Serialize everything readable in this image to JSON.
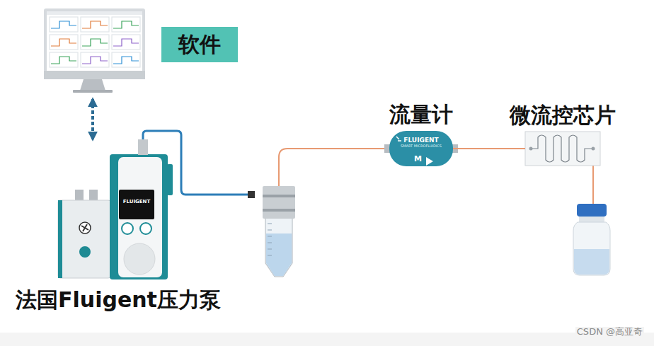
{
  "diagram": {
    "nodes": [
      {
        "text": [
          "软件"
        ]
      },
      {
        "text": [
          "FLUIGENT",
          "法国Fluigent压力泵"
        ]
      },
      {
        "text": [
          "流量计",
          "FLUIGENT",
          "SMART MICROFLUIDICS",
          "M"
        ]
      },
      {
        "text": [
          "微流控芯片"
        ]
      }
    ],
    "edges": [
      {
        "from": 0,
        "to": 1,
        "arrow": "both"
      },
      {
        "from": 2,
        "to": 3,
        "arrow": "none"
      }
    ],
    "labels": [
      "CSDN @高亚奇"
    ]
  }
}
